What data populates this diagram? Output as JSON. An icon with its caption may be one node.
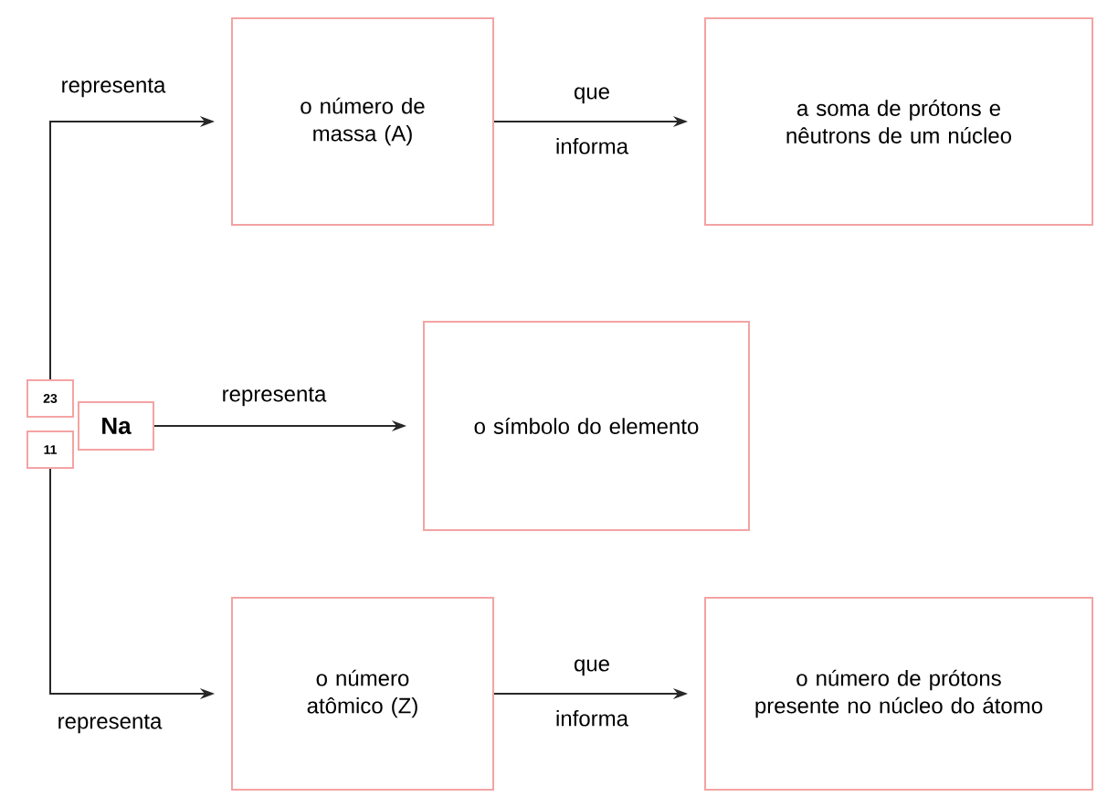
{
  "diagram": {
    "nodes": [
      {
        "text": [
          "23"
        ]
      },
      {
        "text": [
          "Na"
        ]
      },
      {
        "text": [
          "11"
        ]
      },
      {
        "text": [
          "o número de massa (A)"
        ]
      },
      {
        "text": [
          "a soma de prótons e nêutrons de um núcleo"
        ]
      },
      {
        "text": [
          "o símbolo do elemento"
        ]
      },
      {
        "text": [
          "o número atômico (Z)"
        ]
      },
      {
        "text": [
          "o número de prótons presente no núcleo do átomo"
        ]
      }
    ],
    "edges": [
      {
        "from": 0,
        "to": 3,
        "arrow": "to",
        "label": "representa"
      },
      {
        "from": 1,
        "to": 5,
        "arrow": "to",
        "label": "representa"
      },
      {
        "from": 2,
        "to": 6,
        "arrow": "to",
        "label": "representa"
      },
      {
        "from": 3,
        "to": 4,
        "arrow": "to",
        "label": "que informa"
      },
      {
        "from": 6,
        "to": 7,
        "arrow": "to",
        "label": "que informa"
      }
    ]
  }
}
